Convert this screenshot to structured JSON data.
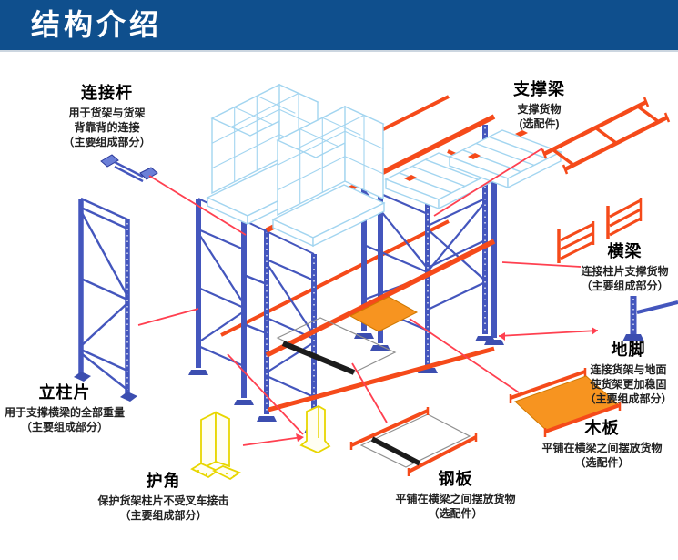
{
  "header": {
    "title": "结构介绍"
  },
  "colors": {
    "banner_blue": "#0f4f8d",
    "rack_blue": "#4456bd",
    "beam_orange": "#f54a1a",
    "pallet_light_blue": "#a3d5f0",
    "board_orange": "#f79420",
    "guard_yellow": "#e8d600",
    "callout_red": "#ff4050"
  },
  "labels": {
    "connecting_rod": {
      "title": "连接杆",
      "desc": [
        "用于货架与货架",
        "背靠背的连接",
        "（主要组成部分）"
      ]
    },
    "support_beam": {
      "title": "支撑梁",
      "desc": [
        "支撑货物",
        "(选配件)"
      ]
    },
    "beam": {
      "title": "横梁",
      "desc": [
        "连接柱片支撑货物",
        "（主要组成部分）"
      ]
    },
    "foot": {
      "title": "地脚",
      "desc": [
        "连接货架与地面",
        "使货架更加稳固",
        "（主要组成部分）"
      ]
    },
    "wood_board": {
      "title": "木板",
      "desc": [
        "平铺在横梁之间摆放货物",
        "（选配件）"
      ]
    },
    "steel_plate": {
      "title": "钢板",
      "desc": [
        "平铺在横梁之间摆放货物",
        "（选配件）"
      ]
    },
    "corner_guard": {
      "title": "护角",
      "desc": [
        "保护货架柱片不受叉车接击",
        "（主要组成部分）"
      ]
    },
    "upright": {
      "title": "立柱片",
      "desc": [
        "用于支撑横梁的全部重量",
        "（主要组成部分）"
      ]
    }
  }
}
